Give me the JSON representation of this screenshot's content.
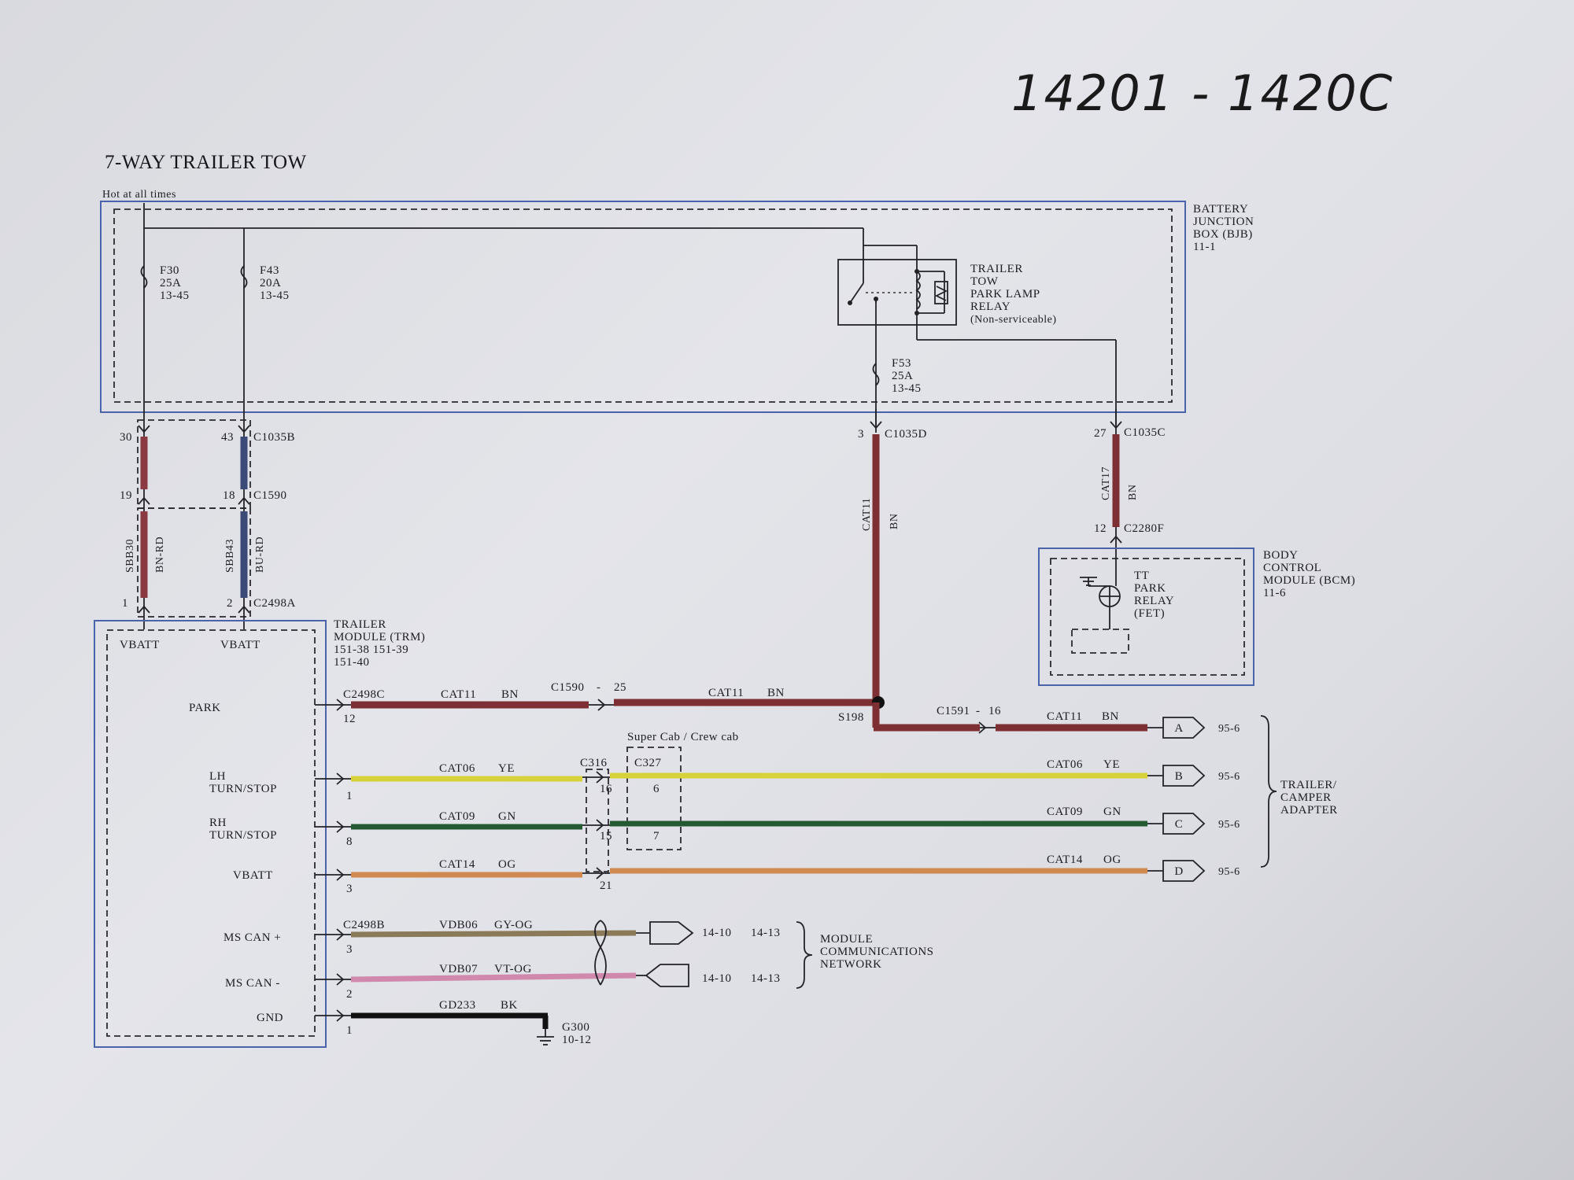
{
  "handwritten_note": "14201 - 1420C",
  "title": "7-WAY TRAILER TOW",
  "hot_at_all_times": "Hot at all times",
  "bjb": {
    "lines": [
      "BATTERY",
      "JUNCTION",
      "BOX (BJB)",
      "11-1"
    ]
  },
  "fuses": [
    {
      "id": "F30",
      "rating": "25A",
      "ref": "13-45"
    },
    {
      "id": "F43",
      "rating": "20A",
      "ref": "13-45"
    },
    {
      "id": "F53",
      "rating": "25A",
      "ref": "13-45"
    }
  ],
  "relay": {
    "lines": [
      "TRAILER",
      "TOW",
      "PARK LAMP",
      "RELAY",
      "(Non-serviceable)"
    ]
  },
  "connectors": {
    "c1035b": {
      "name": "C1035B",
      "pin_a": "30",
      "pin_b": "43"
    },
    "c1590": {
      "name": "C1590",
      "pin_a": "19",
      "pin_b": "18"
    },
    "c2498a": {
      "name": "C2498A",
      "pin_a": "1",
      "pin_b": "2"
    },
    "c1035d": {
      "name": "C1035D",
      "pin": "3"
    },
    "c1035c": {
      "name": "C1035C",
      "pin": "27"
    },
    "c2280f": {
      "name": "C2280F",
      "pin": "12"
    }
  },
  "vertical_wires": {
    "sbb30": {
      "circuit": "SBB30",
      "color": "BN-RD"
    },
    "sbb43": {
      "circuit": "SBB43",
      "color": "BU-RD"
    },
    "cat11_main": {
      "circuit": "CAT11",
      "color": "BN"
    },
    "cat17": {
      "circuit": "CAT17",
      "color": "BN"
    }
  },
  "bcm": {
    "lines": [
      "BODY",
      "CONTROL",
      "MODULE (BCM)",
      "11-6"
    ],
    "relay_lines": [
      "TT",
      "PARK",
      "RELAY",
      "(FET)"
    ]
  },
  "trm": {
    "lines": [
      "TRAILER",
      "MODULE (TRM)",
      "151-38   151-39",
      "151-40"
    ],
    "vbatt_a": "VBATT",
    "vbatt_b": "VBATT",
    "pins": {
      "park": "PARK",
      "lh_a": "LH",
      "lh_b": "TURN/STOP",
      "rh_a": "RH",
      "rh_b": "TURN/STOP",
      "vbatt": "VBATT",
      "mscan_p": "MS CAN +",
      "mscan_m": "MS CAN -",
      "gnd": "GND"
    }
  },
  "park_circuit": {
    "connector": "C2498C",
    "pin": "12",
    "circuit": "CAT11",
    "color": "BN",
    "inline": "C1590",
    "inline_dash": "-",
    "inline_pin": "25",
    "circuit2": "CAT11",
    "color2": "BN",
    "splice": "S198",
    "c1591": "C1591",
    "c1591_dash": "-",
    "c1591_pin": "16",
    "circuit3": "CAT11",
    "color3": "BN"
  },
  "super_cab": "Super Cab / Crew cab",
  "c316": "C316",
  "c327": "C327",
  "signal_wires": [
    {
      "pin": "1",
      "circuit": "CAT06",
      "color": "YE",
      "c316_pin": "16",
      "c327_pin": "6",
      "circuit2": "CAT06",
      "color2": "YE",
      "term": "B",
      "ref": "95-6"
    },
    {
      "pin": "8",
      "circuit": "CAT09",
      "color": "GN",
      "c316_pin": "15",
      "c327_pin": "7",
      "circuit2": "CAT09",
      "color2": "GN",
      "term": "C",
      "ref": "95-6"
    },
    {
      "pin": "3",
      "circuit": "CAT14",
      "color": "OG",
      "c316_pin": "21",
      "c327_pin": "",
      "circuit2": "CAT14",
      "color2": "OG",
      "term": "D",
      "ref": "95-6"
    }
  ],
  "park_term": {
    "term": "A",
    "ref": "95-6"
  },
  "adapter": {
    "lines": [
      "TRAILER/",
      "CAMPER",
      "ADAPTER"
    ]
  },
  "can": {
    "connector": "C2498B",
    "wires": [
      {
        "pin": "3",
        "circuit": "VDB06",
        "color": "GY-OG",
        "ref1": "14-10",
        "ref2": "14-13"
      },
      {
        "pin": "2",
        "circuit": "VDB07",
        "color": "VT-OG",
        "ref1": "14-10",
        "ref2": "14-13"
      }
    ],
    "network": {
      "lines": [
        "MODULE",
        "COMMUNICATIONS",
        "NETWORK"
      ]
    }
  },
  "gnd": {
    "pin": "1",
    "circuit": "GD233",
    "color": "BK",
    "ground": "G300",
    "ref": "10-12"
  },
  "colors": {
    "bn_rd": "#8a3a40",
    "bu_rd": "#3c4a78",
    "bn": "#7e2f33",
    "ye": "#d7d23a",
    "gn": "#245a32",
    "og": "#d08a50",
    "gy_og": "#8a7a58",
    "vt_og": "#d089ad",
    "bk": "#111111",
    "blue_frame": "#4b63a8"
  }
}
